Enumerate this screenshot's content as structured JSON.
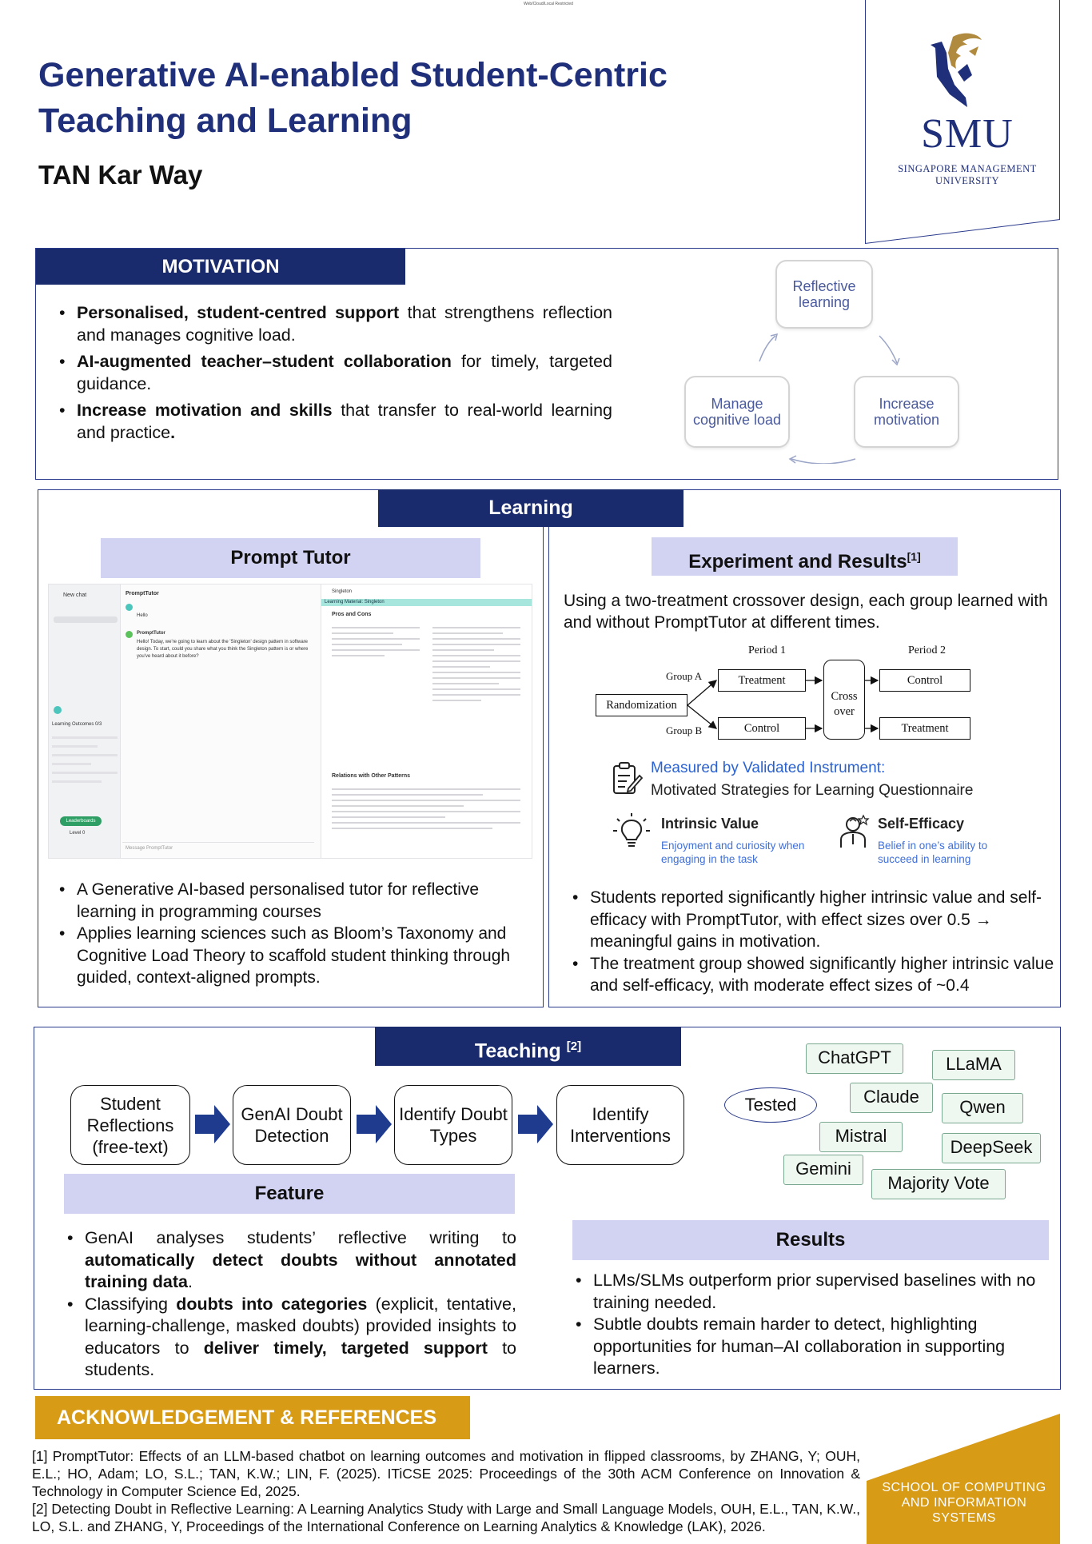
{
  "header": {
    "tiny_top": "Web/Cloud/Local Restricted",
    "title": "Generative AI-enabled Student-Centric Teaching and Learning",
    "author": "TAN Kar Way",
    "logo_word": "SMU",
    "logo_sub": "SINGAPORE MANAGEMENT UNIVERSITY"
  },
  "motivation": {
    "heading": "MOTIVATION",
    "bullets": [
      {
        "bold": "Personalised, student-centred support",
        "rest": " that strengthens reflection and manages cognitive load."
      },
      {
        "bold": "AI-augmented teacher–student collaboration",
        "rest": " for timely, targeted guidance."
      },
      {
        "bold": "Increase motivation and skills",
        "rest": " that transfer to real-world learning and practice",
        "tail": "."
      }
    ],
    "cycle": [
      "Reflective learning",
      "Increase motivation",
      "Manage cognitive load"
    ]
  },
  "learning": {
    "heading": "Learning",
    "prompt_tutor": {
      "heading": "Prompt Tutor",
      "bullets": [
        "A Generative AI-based personalised tutor for reflective learning in programming courses",
        "Applies learning sciences such as Bloom’s Taxonomy and Cognitive Load Theory to scaffold student thinking through guided, context-aligned prompts."
      ],
      "shot": {
        "new_chat": "New chat",
        "app_name": "PromptTutor",
        "hello": "Hello",
        "bot_name": "PromptTutor",
        "bot_msg": "Hello! Today, we're going to learn about the 'Singleton' design pattern in software design. To start, could you share what you think the Singleton pattern is or where you've heard about it before?",
        "outcomes": "Learning Outcomes 0/3",
        "leaderboard": "Leaderboards",
        "level": "Level 0",
        "message": "Message PromptTutor",
        "material_tab": "Singleton",
        "material_title": "Learning Material: Singleton",
        "pros_cons": "Pros and Cons",
        "relations": "Relations with Other Patterns"
      }
    },
    "experiment": {
      "heading": "Experiment and Results",
      "ref": "[1]",
      "intro": "Using a two-treatment crossover design, each group learned with and without PromptTutor at different times.",
      "diagram": {
        "period1": "Period 1",
        "period2": "Period 2",
        "group_a": "Group A",
        "group_b": "Group B",
        "randomization": "Randomization",
        "treatment": "Treatment",
        "control": "Control",
        "cross": "Cross",
        "over": "over"
      },
      "instrument_label": "Measured by Validated Instrument:",
      "instrument_name": "Motivated Strategies for Learning Questionnaire",
      "intrinsic_title": "Intrinsic Value",
      "intrinsic_desc": "Enjoyment and curiosity when engaging in the task",
      "efficacy_title": "Self-Efficacy",
      "efficacy_desc": "Belief in one’s ability to succeed in learning",
      "bullets": [
        "Students reported significantly higher intrinsic value and self-efficacy with PromptTutor, with effect sizes over 0.5 → meaningful gains in motivation.",
        "The treatment group showed significantly higher intrinsic value and self-efficacy, with moderate effect sizes of ~0.4"
      ]
    }
  },
  "teaching": {
    "heading": "Teaching",
    "ref": "[2]",
    "flow": [
      "Student Reflections (free-text)",
      "GenAI Doubt Detection",
      "Identify Doubt Types",
      "Identify Interventions"
    ],
    "tested": "Tested",
    "models": [
      "ChatGPT",
      "LLaMA",
      "Claude",
      "Qwen",
      "Mistral",
      "DeepSeek",
      "Gemini",
      "Majority Vote"
    ],
    "feature": {
      "heading": "Feature",
      "b1_pre": "GenAI analyses students’ reflective writing to ",
      "b1_bold": "automatically detect doubts without annotated training data",
      "b1_post": ".",
      "b2_pre": "Classifying ",
      "b2_bold1": "doubts into categories",
      "b2_mid": " (explicit, tentative, learning-challenge, masked doubts) provided insights to educators to ",
      "b2_bold2": "deliver timely, targeted support",
      "b2_post": " to students."
    },
    "results": {
      "heading": "Results",
      "bullets": [
        "LLMs/SLMs outperform prior supervised baselines with no training needed.",
        "Subtle doubts remain harder to detect, highlighting opportunities for human–AI collaboration in supporting learners."
      ]
    }
  },
  "ack": {
    "heading": "ACKNOWLEDGEMENT & REFERENCES",
    "ref1": "[1]    PromptTutor: Effects of an LLM-based chatbot on learning outcomes and motivation in flipped classrooms, by ZHANG, Y; OUH, E.L.; HO, Adam; LO, S.L.; TAN, K.W.; LIN, F. (2025). ITiCSE 2025: Proceedings of the 30th ACM Conference on Innovation & Technology in Computer Science Ed, 2025.",
    "ref2": "[2] Detecting Doubt in Reflective Learning: A Learning Analytics Study with Large and Small Language Models, OUH, E.L., TAN, K.W., LO, S.L. and ZHANG, Y, Proceedings of the International Conference on Learning Analytics & Knowledge (LAK), 2026.",
    "school": "SCHOOL OF COMPUTING AND INFORMATION SYSTEMS"
  },
  "colors": {
    "navy": "#1a2b6d",
    "lavender": "#d2d2f2",
    "gold": "#d89b16",
    "title_blue": "#1f2f7a"
  }
}
